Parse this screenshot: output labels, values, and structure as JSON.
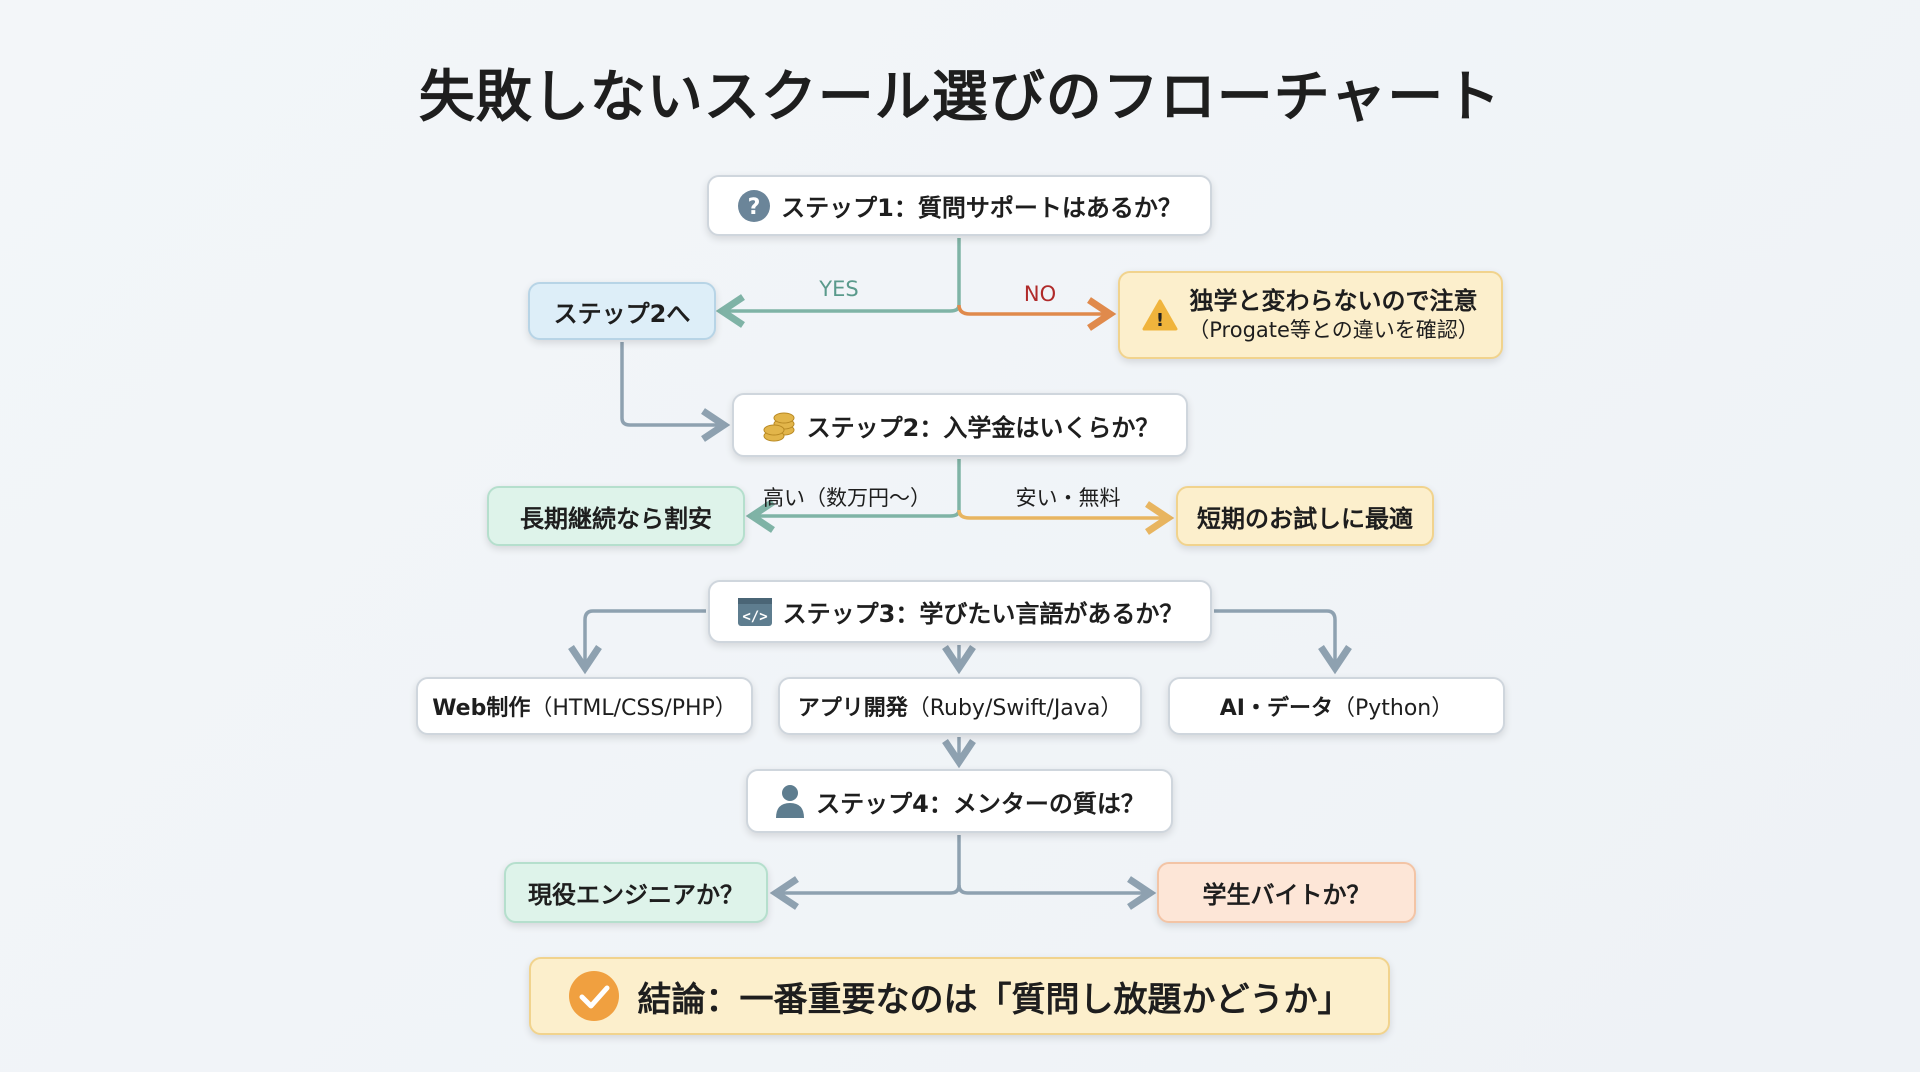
{
  "title": "失敗しないスクール選びのフローチャート",
  "step1": {
    "label": "ステップ1：質問サポートはあるか？",
    "yes_label": "YES",
    "no_label": "NO",
    "yes_result": "ステップ2へ",
    "no_result_line1": "独学と変わらないので注意",
    "no_result_line2": "（Progate等との違いを確認）"
  },
  "step2": {
    "label": "ステップ2：入学金はいくらか？",
    "high_label": "高い（数万円〜）",
    "low_label": "安い・無料",
    "high_result": "長期継続なら割安",
    "low_result": "短期のお試しに最適"
  },
  "step3": {
    "label": "ステップ3：学びたい言語があるか？",
    "options": [
      {
        "bold": "Web制作",
        "paren": "（HTML/CSS/PHP）"
      },
      {
        "bold": "アプリ開発",
        "paren": "（Ruby/Swift/Java）"
      },
      {
        "bold": "AI・データ",
        "paren": "（Python）"
      }
    ]
  },
  "step4": {
    "label": "ステップ4：メンターの質は？",
    "left_result": "現役エンジニアか？",
    "right_result": "学生バイトか？"
  },
  "conclusion": "結論：一番重要なのは「質問し放題かどうか」",
  "colors": {
    "yes": "#5a9a8c",
    "no": "#b02a2a",
    "orange_line": "#e08a4c",
    "line": "#8ea1b0",
    "check": "#f0a040"
  }
}
